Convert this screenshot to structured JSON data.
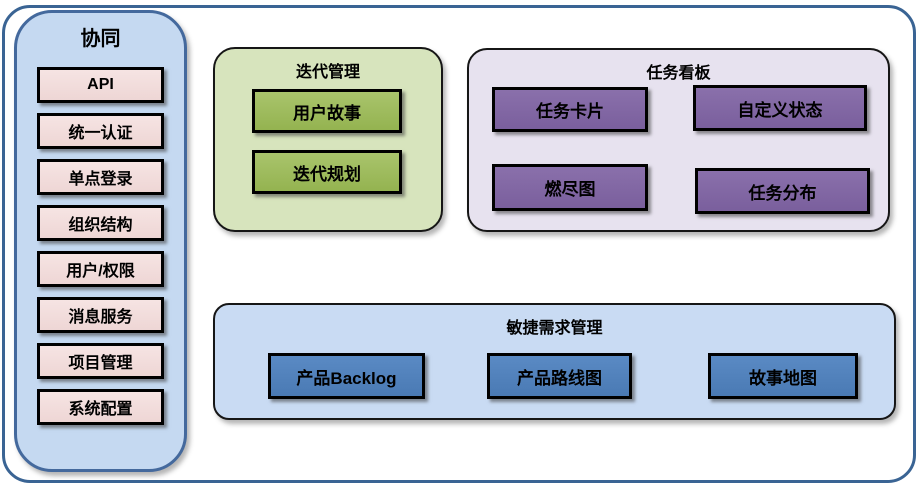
{
  "sidebar": {
    "title": "协同",
    "items": [
      "API",
      "统一认证",
      "单点登录",
      "组织结构",
      "用户/权限",
      "消息服务",
      "项目管理",
      "系统配置"
    ]
  },
  "iteration": {
    "title": "迭代管理",
    "items": [
      "用户故事",
      "迭代规划"
    ]
  },
  "kanban": {
    "title": "任务看板",
    "items": [
      "任务卡片",
      "自定义状态",
      "燃尽图",
      "任务分布"
    ]
  },
  "agile": {
    "title": "敏捷需求管理",
    "items": [
      "产品Backlog",
      "产品路线图",
      "故事地图"
    ]
  },
  "colors": {
    "outer_border": "#3a6494",
    "panel_blue_bg": "#c5d9f1",
    "panel_blue_border": "#44699d",
    "item_pink": "#f2dcdb",
    "panel_green_bg": "#d7e4bd",
    "item_green": "#9bbb59",
    "panel_purple_bg": "#e7e2ef",
    "item_purple": "#8064a2",
    "panel_bottom_bg": "#c9dbf3",
    "item_blue": "#4f81bd",
    "box_border": "#000000"
  }
}
